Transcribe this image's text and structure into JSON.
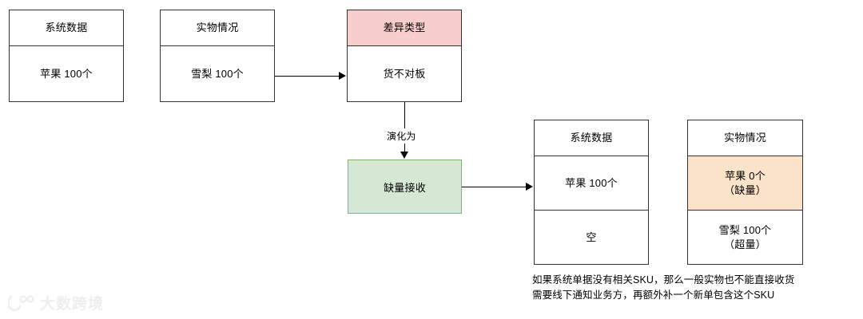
{
  "diagram": {
    "nodes": {
      "system_data_before": {
        "header": "系统数据",
        "row1": "苹果 100个"
      },
      "physical_before": {
        "header": "实物情况",
        "row1": "雪梨 100个"
      },
      "diff_type": {
        "header": "差异类型",
        "row1": "货不对板",
        "header_color": "#f8cecc"
      },
      "shortage_receive": {
        "label": "缺量接收",
        "fill_color": "#d5e8d4",
        "border_color": "#82b366"
      },
      "system_data_after": {
        "header": "系统数据",
        "row1": "苹果 100个",
        "row2": "空"
      },
      "physical_after": {
        "header": "实物情况",
        "row1": "苹果 0个\n（缺量）",
        "row1_color": "#fae3c8",
        "row2": "雪梨 100个\n（超量）"
      }
    },
    "edges": {
      "physical_to_diff": "",
      "diff_to_shortage": "演化为",
      "shortage_to_result": ""
    },
    "footnote": {
      "line1": "如果系统单据没有相关SKU，那么一般实物也不能直接收货",
      "line2": "需要线下通知业务方，再额外补一个新单包含这个SKU"
    }
  },
  "watermark": {
    "text": "大数跨境"
  }
}
